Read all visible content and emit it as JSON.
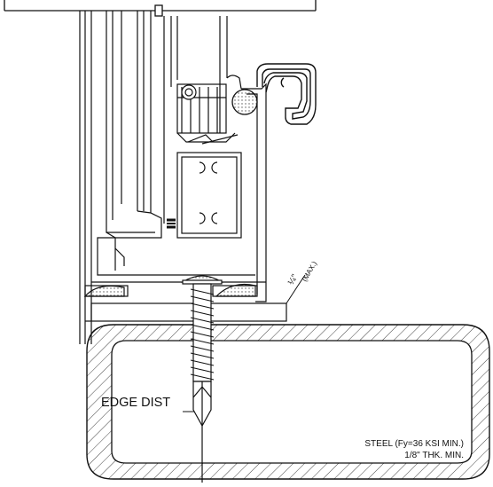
{
  "labels": {
    "edge_distance": "EDGE DIST",
    "steel_spec_line1": "STEEL (Fy=36 KSI MIN.)",
    "steel_spec_line2": "1/8\" THK. MIN.",
    "shim_max": "(MAX.)",
    "shim_value": "¼\""
  },
  "colors": {
    "line": "#111111",
    "hatch": "#333333",
    "screw_fill": "#d9d9d9",
    "gasket_fill": "#cfcfcf"
  }
}
